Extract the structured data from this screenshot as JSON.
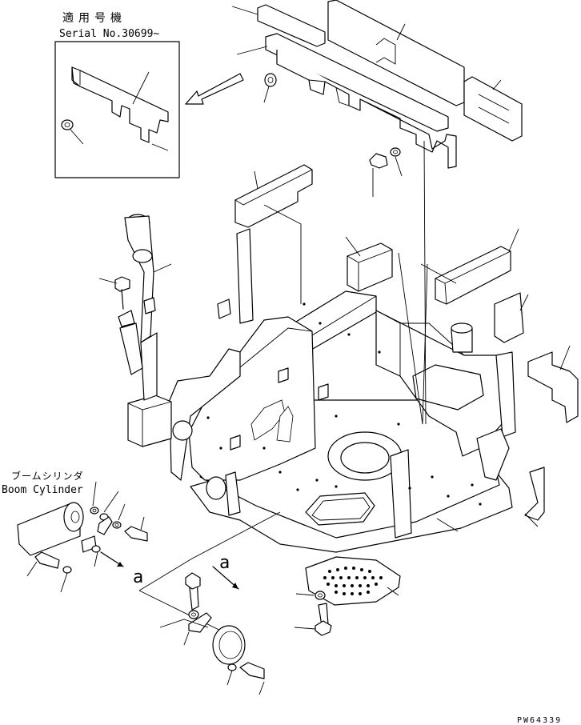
{
  "inset": {
    "caption_line1": "適用号機",
    "caption_line2": "Serial No.30699~"
  },
  "callouts": {
    "boom_cylinder_ja": "ブームシリンダ",
    "boom_cylinder_en": "Boom Cylinder",
    "ref_a_1": "a",
    "ref_a_2": "a"
  },
  "drawing_id": "PW64339"
}
